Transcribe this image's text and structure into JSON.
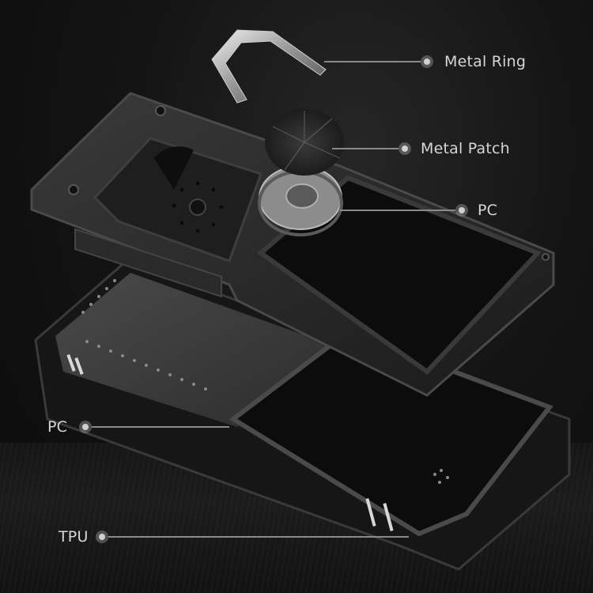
{
  "image": {
    "description": "Exploded view of a rugged foldable phone case over a dark textured background",
    "background_color": "#121212",
    "label_color": "#d6d6d6",
    "line_color": "#8a8a8a"
  },
  "callouts": [
    {
      "id": "metal-ring",
      "label": "Metal Ring",
      "side": "right"
    },
    {
      "id": "metal-patch",
      "label": "Metal Patch",
      "side": "right"
    },
    {
      "id": "pc-top",
      "label": "PC",
      "side": "right"
    },
    {
      "id": "pc-bottom",
      "label": "PC",
      "side": "left"
    },
    {
      "id": "tpu",
      "label": "TPU",
      "side": "left"
    }
  ],
  "components": [
    {
      "id": "metal-ring",
      "name": "Metal Ring (U-shaped kickstand)"
    },
    {
      "id": "metal-patch",
      "name": "Metal Patch (disc)"
    },
    {
      "id": "ring-base",
      "name": "PC ring base"
    },
    {
      "id": "upper-frame",
      "name": "Upper PC frame"
    },
    {
      "id": "lower-case",
      "name": "Lower PC/TPU case"
    }
  ]
}
